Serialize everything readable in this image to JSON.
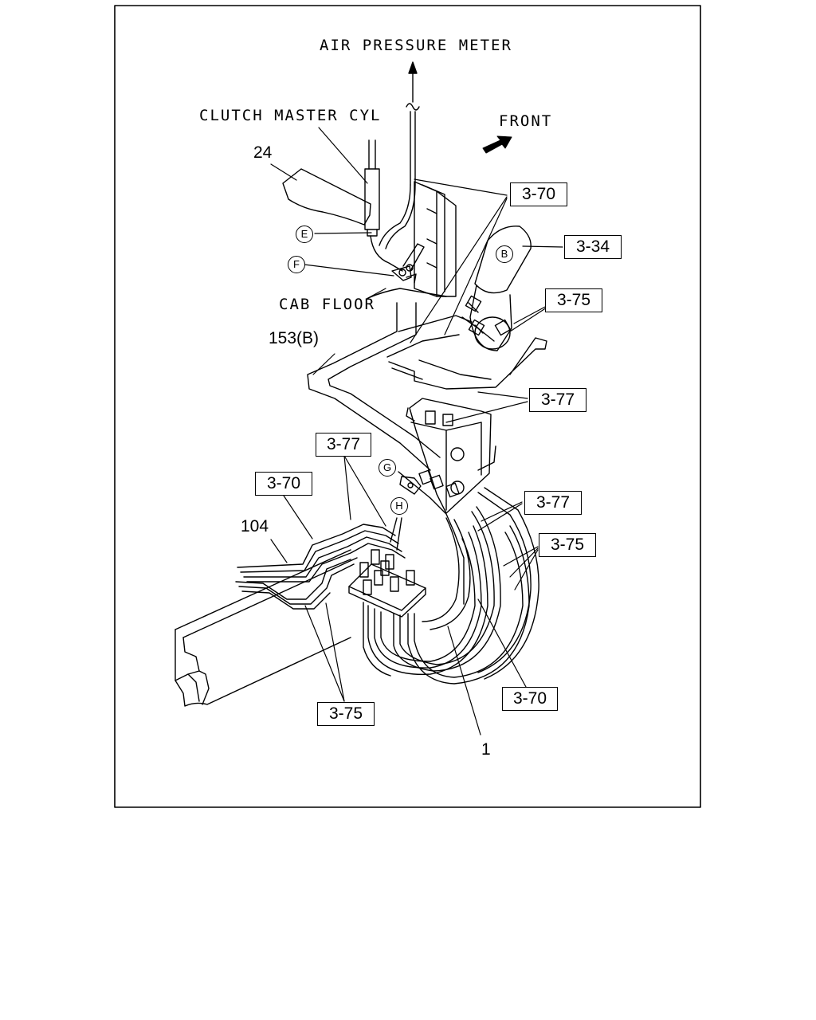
{
  "labels": {
    "air_pressure_meter": "AIR PRESSURE METER",
    "clutch_master_cyl": "CLUTCH MASTER CYL",
    "front": "FRONT",
    "cab_floor": "CAB FLOOR"
  },
  "part_numbers": {
    "p24": "24",
    "p153b": "153(B)",
    "p104": "104",
    "p1": "1"
  },
  "boxed_refs": {
    "r1": "3-70",
    "r2": "3-34",
    "r3": "3-75",
    "r4": "3-77",
    "r5": "3-77",
    "r6": "3-70",
    "r7": "3-77",
    "r8": "3-75",
    "r9": "3-70",
    "r10": "3-75"
  },
  "circled_refs": {
    "e": "E",
    "f": "F",
    "b": "B",
    "g": "G",
    "h": "H"
  }
}
